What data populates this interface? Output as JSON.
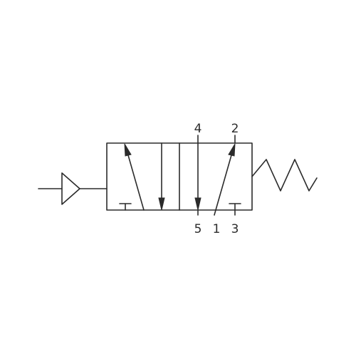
{
  "diagram": {
    "type": "pneumatic-5-2-directional-control-valve",
    "actuator_left": "pilot-pressure",
    "return_right": "spring",
    "line_color": "#2b2b2b",
    "background_color": "#ffffff",
    "ports": {
      "top_left": "4",
      "top_right": "2",
      "bottom_left": "5",
      "bottom_middle": "1",
      "bottom_right": "3"
    }
  }
}
